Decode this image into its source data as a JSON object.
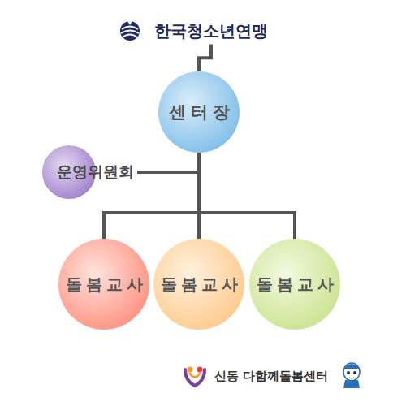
{
  "diagram": {
    "nodes": [
      {
        "text": [
          "한국청소년연맹"
        ]
      },
      {
        "text": [
          "센터장"
        ]
      },
      {
        "text": [
          "운영위원회"
        ]
      },
      {
        "text": [
          "돌봄교사"
        ]
      },
      {
        "text": [
          "돌봄교사"
        ]
      },
      {
        "text": [
          "돌봄교사"
        ]
      }
    ],
    "edges": [
      {
        "from": 0,
        "to": 1,
        "arrow": "none"
      },
      {
        "from": 1,
        "to": 2,
        "arrow": "none"
      },
      {
        "from": 1,
        "to": 3,
        "arrow": "none"
      },
      {
        "from": 1,
        "to": 4,
        "arrow": "none"
      },
      {
        "from": 1,
        "to": 5,
        "arrow": "none"
      }
    ],
    "labels": [
      "신동 다함께돌봄센터"
    ]
  }
}
